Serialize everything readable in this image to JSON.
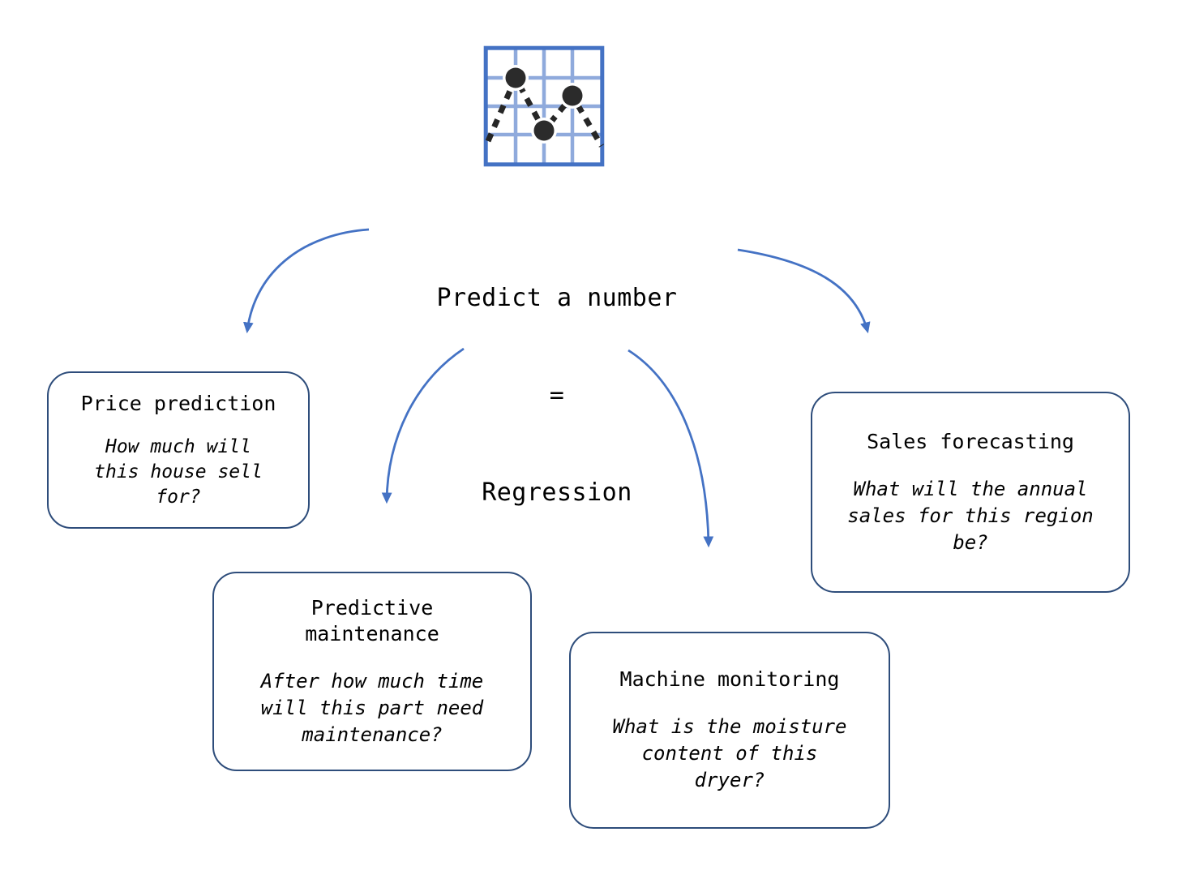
{
  "diagram": {
    "icon": {
      "name": "regression-chart-icon",
      "grid_color_outer": "#4472C4",
      "grid_color_inner": "#8FAADC",
      "point_color": "#262626",
      "line_style": "dashed",
      "points": 3
    },
    "center": {
      "line1": "Predict a number",
      "line2": "=",
      "line3": "Regression"
    },
    "arrow_color": "#4472C4",
    "box_border_color": "#2E4D7B",
    "boxes": [
      {
        "id": "price-prediction",
        "title": "Price prediction",
        "question": "How much will\nthis house sell\nfor?"
      },
      {
        "id": "predictive-maintenance",
        "title": "Predictive\nmaintenance",
        "question": "After how much time\nwill this part need\nmaintenance?"
      },
      {
        "id": "machine-monitoring",
        "title": "Machine monitoring",
        "question": "What is the moisture\ncontent of this\ndryer?"
      },
      {
        "id": "sales-forecasting",
        "title": "Sales forecasting",
        "question": "What will the annual\nsales for this region\nbe?"
      }
    ]
  }
}
